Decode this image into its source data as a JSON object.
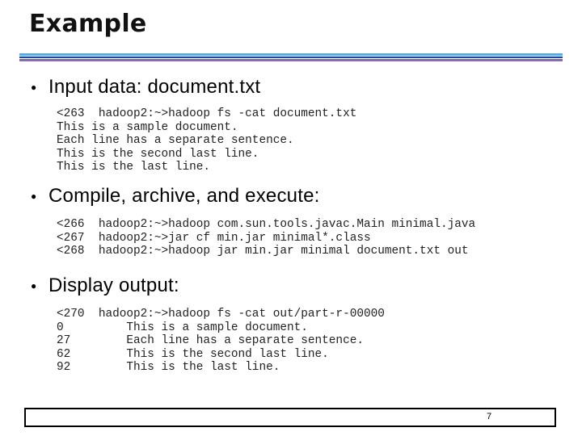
{
  "slide": {
    "title": "Example",
    "page_number": "7"
  },
  "sections": [
    {
      "bullet": "Input data: document.txt",
      "code": [
        "<263  hadoop2:~>hadoop fs -cat document.txt",
        "This is a sample document.",
        "Each line has a separate sentence.",
        "This is the second last line.",
        "This is the last line."
      ]
    },
    {
      "bullet": "Compile, archive, and execute:",
      "code": [
        "<266  hadoop2:~>hadoop com.sun.tools.javac.Main minimal.java",
        "<267  hadoop2:~>jar cf min.jar minimal*.class",
        "<268  hadoop2:~>hadoop jar min.jar minimal document.txt out"
      ]
    },
    {
      "bullet": "Display output:",
      "code": [
        "<270  hadoop2:~>hadoop fs -cat out/part-r-00000",
        "0         This is a sample document.",
        "27        Each line has a separate sentence.",
        "62        This is the second last line.",
        "92        This is the last line."
      ]
    }
  ]
}
